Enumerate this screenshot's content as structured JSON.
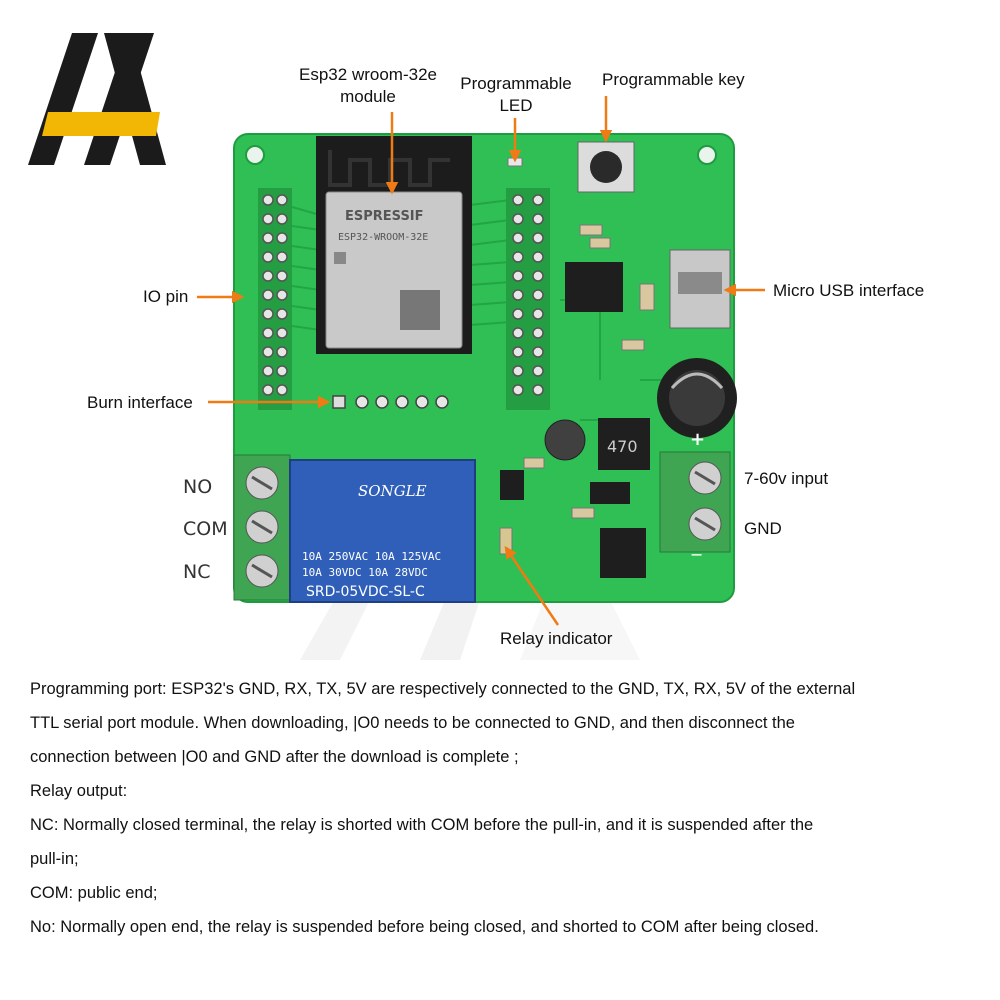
{
  "labels": {
    "module_line1": "Esp32 wroom-32e",
    "module_line2": "module",
    "led_line1": "Programmable",
    "led_line2": "LED",
    "key": "Programmable key",
    "io_pin": "IO pin",
    "usb": "Micro USB interface",
    "burn": "Burn interface",
    "power_in": "7-60v input",
    "gnd": "GND",
    "relay_indicator": "Relay indicator"
  },
  "terminals": {
    "no": "NO",
    "com": "COM",
    "nc": "NC"
  },
  "board_text": {
    "module_brand": "ESPRESSIF",
    "module_model": "ESP32-WROOM-32E",
    "relay_brand": "SONGLE",
    "relay_rating_1": "10A 250VAC  10A 125VAC",
    "relay_rating_2": "10A  30VDC  10A  28VDC",
    "relay_model": "SRD-05VDC-SL-C",
    "inductor": "470",
    "plus": "+",
    "minus": "−"
  },
  "description": [
    "Programming port: ESP32's GND, RX, TX, 5V are respectively connected to the GND, TX, RX, 5V of the external",
    "TTL serial port module. When downloading, |O0 needs to be connected to GND, and then disconnect the",
    "connection between |O0 and GND after the download is complete ;",
    "Relay output:",
    "NC: Normally closed terminal, the relay is shorted with COM before the pull-in, and it is suspended after the",
    "pull-in;",
    "COM: public end;",
    "No: Normally open end, the relay is suspended before being closed, and shorted to COM after being closed."
  ],
  "colors": {
    "pcb": "#2fbf54",
    "pcb_edge": "#1f9c40",
    "arrow": "#f07a14",
    "relay": "#2f5fb8",
    "terminal": "#3fa552",
    "logo_dark": "#1b1b1b",
    "logo_accent": "#f2b705"
  }
}
